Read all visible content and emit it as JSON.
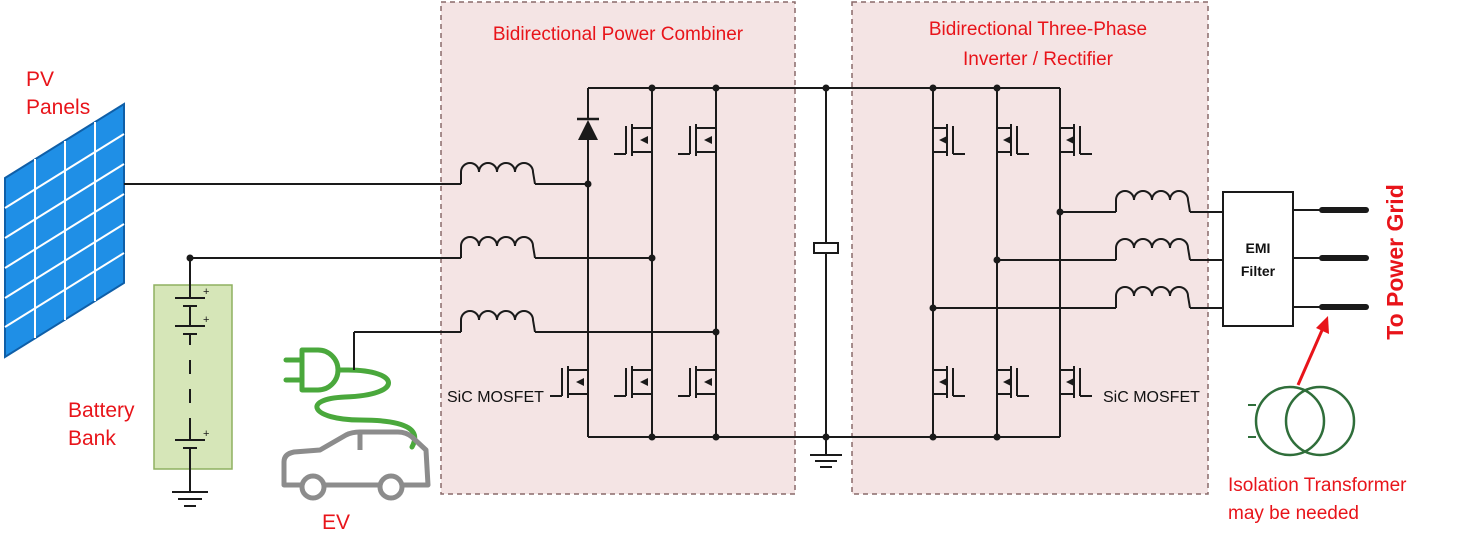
{
  "labels": {
    "pv_panels_line1": "PV",
    "pv_panels_line2": "Panels",
    "battery_line1": "Battery",
    "battery_line2": "Bank",
    "ev": "EV",
    "combiner_title": "Bidirectional Power Combiner",
    "inverter_title_line1": "Bidirectional Three-Phase",
    "inverter_title_line2": "Inverter / Rectifier",
    "sic_left": "SiC MOSFET",
    "sic_right": "SiC MOSFET",
    "emi_line1": "EMI",
    "emi_line2": "Filter",
    "to_power_grid": "To Power Grid",
    "isolation_line1": "Isolation Transformer",
    "isolation_line2": "may be needed"
  },
  "colors": {
    "label_red": "#e8141a",
    "block_fill": "#f4e4e4",
    "block_border": "#8a6a6a",
    "pv_blue": "#1f8fe6",
    "battery_fill": "#d6e6b8",
    "battery_border": "#8fb060",
    "ev_green": "#4aa83c",
    "car_gray": "#8c8c8c",
    "transformer_green": "#2f6e3a",
    "wire": "#1a1a1a"
  }
}
